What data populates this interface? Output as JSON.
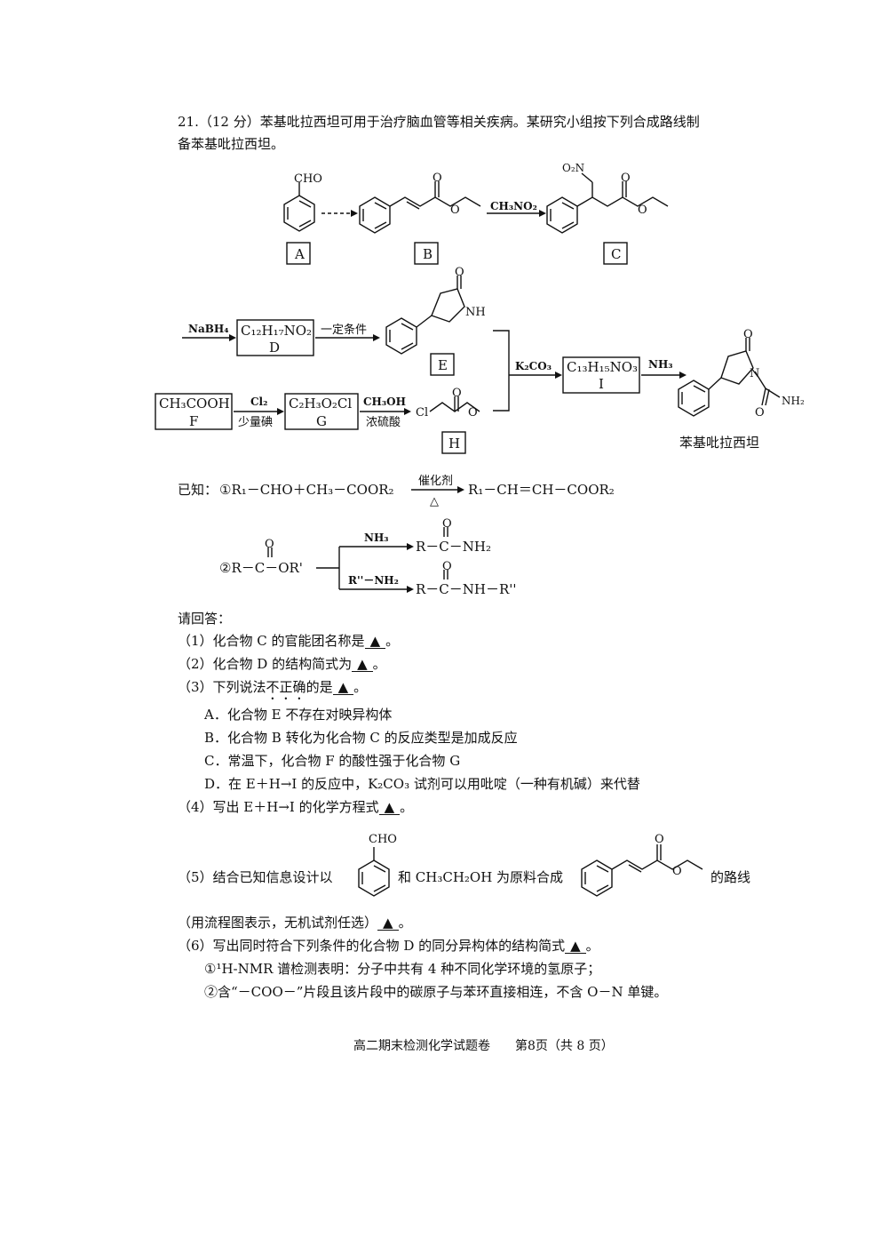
{
  "question": {
    "header_line1": "21.（12 分）苯基吡拉西坦可用于治疗脑血管等相关疾病。某研究小组按下列合成路线制",
    "header_line2": "备苯基吡拉西坦。"
  },
  "scheme": {
    "a_sub": "CHO",
    "label_a": "A",
    "label_b": "B",
    "label_c": "C",
    "reagent_bc": "CH₃NO₂",
    "c_sub": "O₂N",
    "reagent_d": "NaBH₄",
    "box_d_formula": "C₁₂H₁₇NO₂",
    "box_d_label": "D",
    "cond_de": "一定条件",
    "label_e": "E",
    "e_nh": "NH",
    "box_f_formula": "CH₃COOH",
    "box_f_label": "F",
    "cond_fg_top": "Cl₂",
    "cond_fg_bottom": "少量碘",
    "box_g_formula": "C₂H₃O₂Cl",
    "box_g_label": "G",
    "cond_gh_top": "CH₃OH",
    "cond_gh_bottom": "浓硫酸",
    "h_cl": "Cl",
    "label_h": "H",
    "reagent_i": "K₂CO₃",
    "box_i_formula": "C₁₃H₁₅NO₃",
    "box_i_label": "I",
    "reagent_nh3": "NH₃",
    "product_n": "N",
    "product_nh2": "NH₂",
    "product_name": "苯基吡拉西坦",
    "o_atom": "O"
  },
  "known": {
    "prefix": "已知：",
    "r1_left": "①R₁－CHO＋CH₃－COOR₂",
    "r1_cat": "催化剂",
    "r1_heat": "△",
    "r1_right": "R₁－CH＝CH－COOR₂",
    "r2_left": "②R－C－OR'",
    "r2_nh3": "NH₃",
    "r2_p1": "R－C－NH₂",
    "r2_amine": "R''－NH₂",
    "r2_p2": "R－C－NH－R''",
    "o_atom": "O"
  },
  "answers": {
    "prompt": "请回答：",
    "q1": "（1）化合物 C 的官能团名称是",
    "q2": "（2）化合物 D 的结构简式为",
    "q3_pre": "（3）下列说法",
    "q3_emph": "不正确",
    "q3_post": "的是",
    "q3_a": "A．化合物 E 不存在对映异构体",
    "q3_b": "B．化合物 B 转化为化合物 C 的反应类型是加成反应",
    "q3_c": "C．常温下，化合物 F 的酸性强于化合物 G",
    "q3_d": "D．在 E＋H→I 的反应中，K₂CO₃ 试剂可以用吡啶（一种有机碱）来代替",
    "q4": "（4）写出 E＋H→I 的化学方程式",
    "q5_pre": "（5）结合已知信息设计以",
    "q5_sub": "CHO",
    "q5_mid": "和 CH₃CH₂OH 为原料合成",
    "q5_post": "的路线",
    "q5_note": "（用流程图表示，无机试剂任选）",
    "q6": "（6）写出同时符合下列条件的化合物 D 的同分异构体的结构简式",
    "q6_c1": "①¹H-NMR 谱检测表明：分子中共有 4 种不同化学环境的氢原子；",
    "q6_c2": "②含“－COO－”片段且该片段中的碳原子与苯环直接相连，不含 O－N 单键。",
    "blank": "▲",
    "period": "。"
  },
  "footer": {
    "text": "高二期末检测化学试题卷　　第8页（共 8 页）"
  }
}
